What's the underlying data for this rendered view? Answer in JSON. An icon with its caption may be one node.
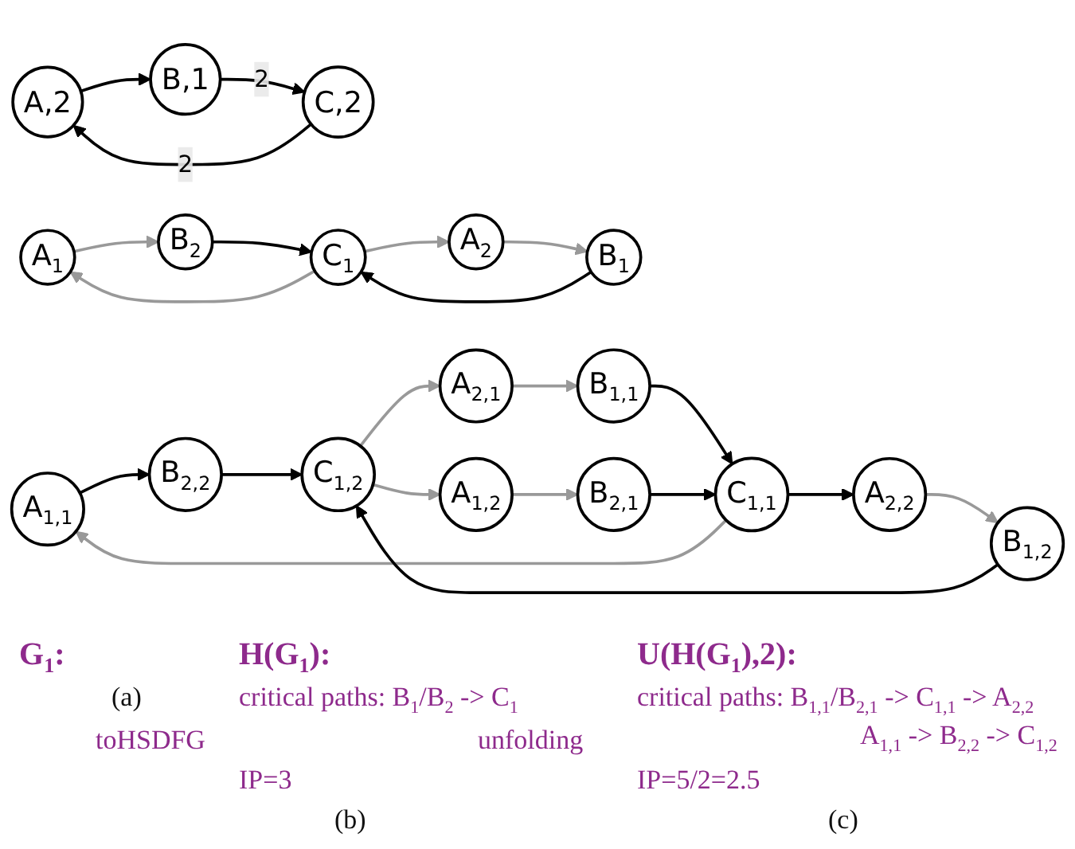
{
  "diagram": {
    "nodes": [
      {
        "text": [
          "A,2"
        ]
      },
      {
        "text": [
          "B,1"
        ]
      },
      {
        "text": [
          "C,2"
        ]
      },
      {
        "text": [
          "A$_{1}$"
        ]
      },
      {
        "text": [
          "B$_{1}$"
        ]
      },
      {
        "text": [
          "C$_{1}$"
        ]
      },
      {
        "text": [
          "A$_{2}$"
        ]
      },
      {
        "text": [
          "B$_{2}$"
        ]
      },
      {
        "text": [
          "A$_{1,1}$"
        ]
      },
      {
        "text": [
          "B$_{1,1}$"
        ]
      },
      {
        "text": [
          "C$_{1,1}$"
        ]
      },
      {
        "text": [
          "A$_{2,1}$"
        ]
      },
      {
        "text": [
          "B$_{2,1}$"
        ]
      },
      {
        "text": [
          "A$_{1,2}$"
        ]
      },
      {
        "text": [
          "B$_{1,2}$"
        ]
      },
      {
        "text": [
          "C$_{1,2}$"
        ]
      },
      {
        "text": [
          "A$_{2,2}$"
        ]
      },
      {
        "text": [
          "B$_{2,2}$"
        ]
      }
    ],
    "edges": [
      {
        "from": 0,
        "to": 1,
        "arrow": "to"
      },
      {
        "from": 1,
        "to": 2,
        "arrow": "to",
        "label": "2"
      },
      {
        "from": 2,
        "to": 0,
        "arrow": "to",
        "label": "2"
      },
      {
        "from": 5,
        "to": 3,
        "arrow": "to",
        "color": "#999999"
      },
      {
        "from": 3,
        "to": 7,
        "arrow": "to",
        "color": "#999999"
      },
      {
        "from": 6,
        "to": 4,
        "arrow": "to",
        "color": "#999999"
      },
      {
        "from": 4,
        "to": 5,
        "arrow": "to"
      },
      {
        "from": 7,
        "to": 5,
        "arrow": "to"
      },
      {
        "from": 5,
        "to": 6,
        "arrow": "to",
        "color": "#999999"
      },
      {
        "from": 10,
        "to": 8,
        "arrow": "to",
        "color": "#999999"
      },
      {
        "from": 15,
        "to": 11,
        "arrow": "to",
        "color": "#999999"
      },
      {
        "from": 15,
        "to": 13,
        "arrow": "to",
        "color": "#999999"
      },
      {
        "from": 11,
        "to": 9,
        "arrow": "to",
        "color": "#999999"
      },
      {
        "from": 13,
        "to": 12,
        "arrow": "to",
        "color": "#999999"
      },
      {
        "from": 16,
        "to": 14,
        "arrow": "to",
        "color": "#999999"
      },
      {
        "from": 9,
        "to": 10,
        "arrow": "to"
      },
      {
        "from": 12,
        "to": 10,
        "arrow": "to"
      },
      {
        "from": 8,
        "to": 17,
        "arrow": "to"
      },
      {
        "from": 10,
        "to": 16,
        "arrow": "to"
      },
      {
        "from": 14,
        "to": 15,
        "arrow": "to"
      },
      {
        "from": 17,
        "to": 15,
        "arrow": "to"
      }
    ],
    "labels": [
      "G$_{1}$:",
      "U(H(G$_{1}$),2):",
      "(a)",
      "toHSDFG",
      "H(G$_{1}$):",
      "unfolding",
      "critical paths: B$_{1}$/B$_{2}$ -> C$_{1}$",
      "critical paths: B$_{1,1}$/B$_{2,1}$ -> C$_{1,1}$ -> A$_{2,2}$",
      "A$_{1,1}$ ->  B$_{2,2}$ -> C$_{1,2}$",
      "IP=3",
      "IP=5/2=2.5",
      "(b)",
      "(c)"
    ]
  }
}
